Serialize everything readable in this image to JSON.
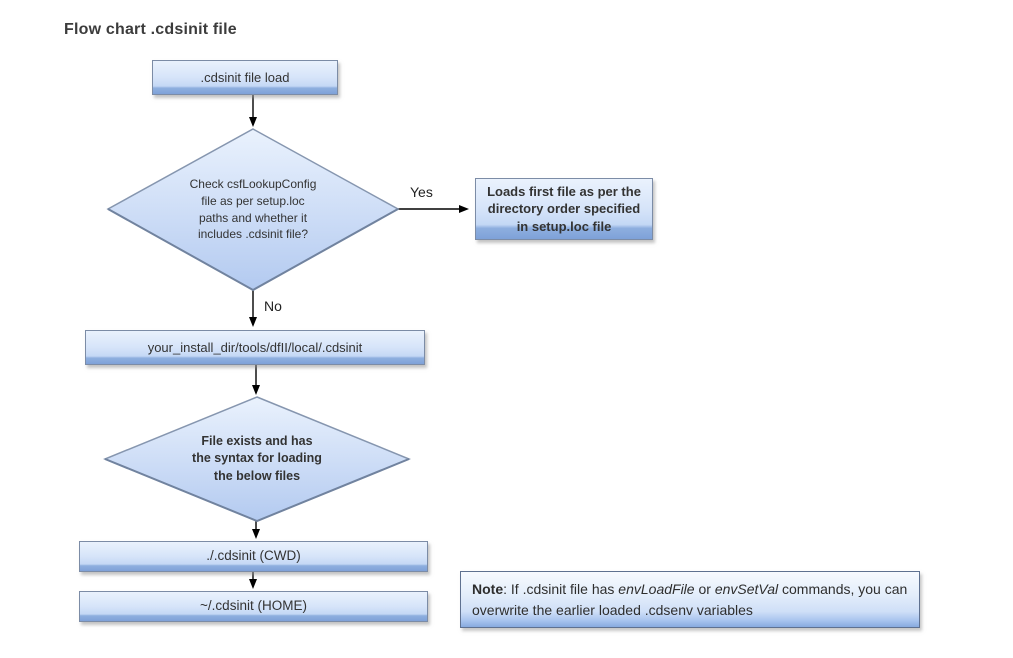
{
  "title": "Flow chart .cdsinit file",
  "nodes": {
    "start": ".cdsinit file load",
    "decision_lookup": "Check csfLookupConfig\nfile as per setup.loc\npaths and whether it\nincludes .cdsinit file?",
    "loads_first": "Loads first file as per the\ndirectory order specified\nin setup.loc file",
    "install_path": "your_install_dir/tools/dfII/local/.cdsinit",
    "decision_exists": "File exists and has\nthe syntax for loading\nthe below files",
    "cwd": "./.cdsinit (CWD)",
    "home": "~/.cdsinit (HOME)"
  },
  "edge_labels": {
    "yes": "Yes",
    "no": "No"
  },
  "note": {
    "label": "Note",
    "seg1": ": If .cdsinit file has ",
    "em1": "envLoadFile",
    "seg2": " or ",
    "em2": "envSetVal",
    "seg3": " commands, you can overwrite the earlier loaded .cdsenv variables"
  },
  "colors": {
    "shape_fill_top": "#eaf2fd",
    "shape_fill_bottom": "#7ea1d8",
    "shape_border": "#7c8ca6",
    "note_border": "#5f7190",
    "text": "#333333",
    "connector": "#000000",
    "background": "#ffffff"
  }
}
